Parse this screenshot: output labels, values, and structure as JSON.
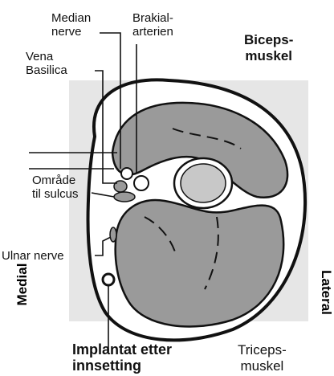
{
  "labels": {
    "median_nerve": "Median\nnerve",
    "brachial_artery": "Brakial-\narterien",
    "vena_basilica": "Vena\nBasilica",
    "biceps": "Biceps-\nmuskel",
    "sulcus_area": "Område\ntil sulcus",
    "ulnar_nerve": "Ulnar nerve",
    "medial": "Medial",
    "lateral": "Lateral",
    "implant": "Implantat etter\ninnsetting",
    "triceps": "Triceps-\nmuskel"
  },
  "colors": {
    "background_square": "#e6e6e6",
    "muscle": "#9a9a9a",
    "outline": "#111111",
    "skin": "#ffffff",
    "bone": "#c8c8c8"
  }
}
